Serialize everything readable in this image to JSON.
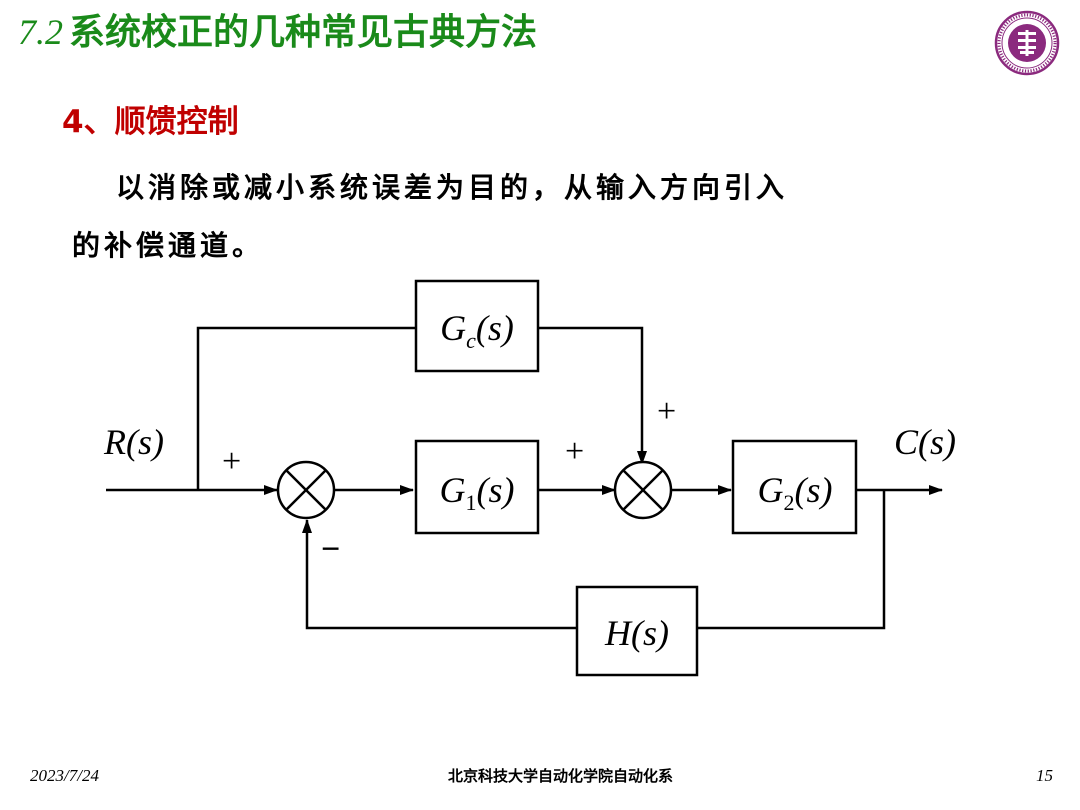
{
  "header": {
    "title_number": "7.2",
    "title_text": "系统校正的几种常见古典方法"
  },
  "section": {
    "heading": "4、顺馈控制"
  },
  "body": {
    "line1": "以消除或减小系统误差为目的，从输入方向引入",
    "line2": "的补偿通道。"
  },
  "diagram": {
    "input_label": "R(s)",
    "output_label": "C(s)",
    "blocks": {
      "gc": {
        "main": "G",
        "sub": "c",
        "arg": "(s)"
      },
      "g1": {
        "main": "G",
        "sub": "1",
        "arg": "(s)"
      },
      "g2": {
        "main": "G",
        "sub": "2",
        "arg": "(s)"
      },
      "h": {
        "main": "H",
        "sub": "",
        "arg": "(s)"
      }
    },
    "signs": {
      "sum1_input": "+",
      "sum1_feedback": "−",
      "sum2_forward": "+",
      "sum2_feedforward": "+"
    }
  },
  "footer": {
    "date": "2023/7/24",
    "organization": "北京科技大学自动化学院自动化系",
    "page_number": "15"
  },
  "colors": {
    "title": "#1a8a1a",
    "heading": "#c00000",
    "logo": "#8b2a7e",
    "text": "#000000"
  }
}
